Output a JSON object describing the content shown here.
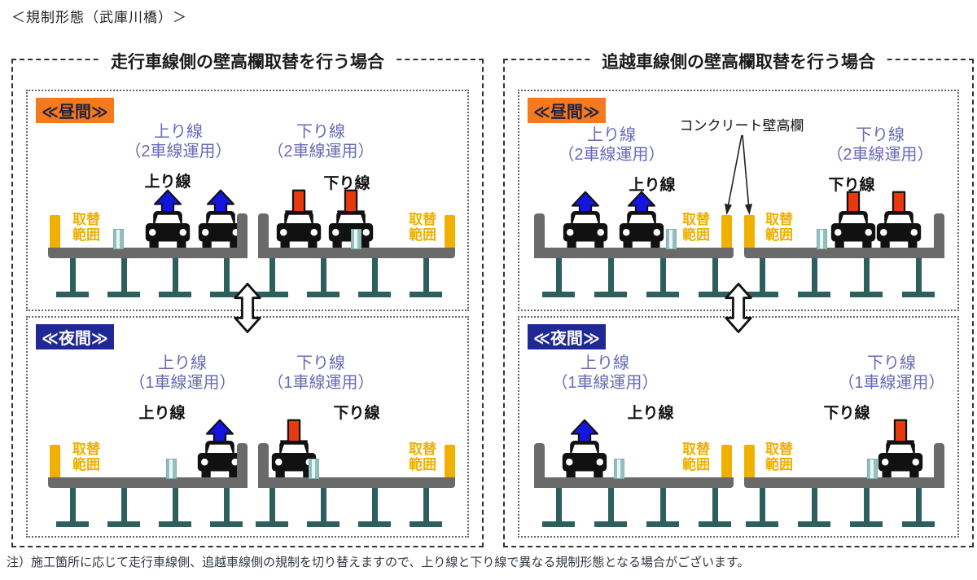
{
  "page_title": "＜規制形態（武庫川橋）＞",
  "footnote": "注）施工箇所に応じて走行車線側、追越車線側の規制を切り替えますので、上り線と下り線で異なる規制形態となる場合がございます。",
  "panels": {
    "left_title": "走行車線側の壁高欄取替を行う場合",
    "right_title": "追越車線側の壁高欄取替を行う場合"
  },
  "shared": {
    "day_badge": "≪昼間≫",
    "night_badge": "≪夜間≫",
    "up_line": "上り線",
    "down_line": "下り線",
    "two_lane_op": "（2車線運用）",
    "one_lane_op": "（1車線運用）",
    "replace_line1": "取替",
    "replace_line2": "範囲",
    "concrete_parapet": "コンクリート壁高欄"
  },
  "colors": {
    "day_badge_bg": "#F5791D",
    "night_badge_bg": "#1F2894",
    "lane_label_text": "#6969B8",
    "replacement_yellow": "#EFB000",
    "deck_gray": "#6A6A6A",
    "pier_teal": "#2C5F5E",
    "arrow_up_blue": "#1515E0",
    "arrow_down_red": "#E8380D"
  }
}
